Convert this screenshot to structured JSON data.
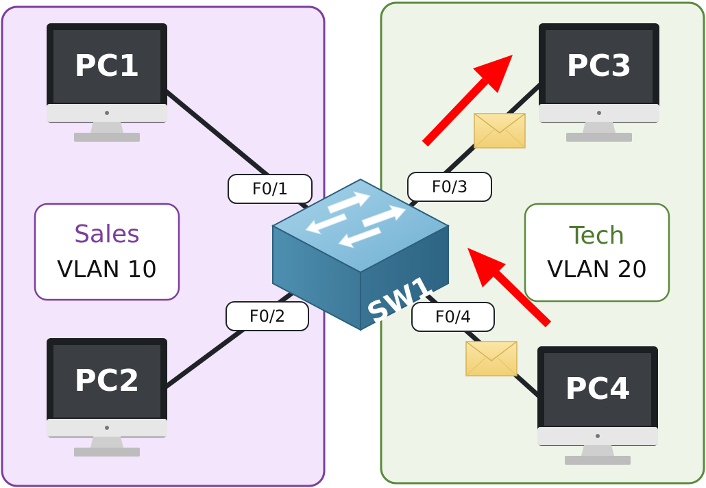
{
  "zones": [
    {
      "id": "sales",
      "name": "Sales",
      "vlan": "VLAN 10",
      "border_color": "#7b3f9e",
      "fill_color": "#f3e5fb",
      "name_color": "#7b3f9e"
    },
    {
      "id": "tech",
      "name": "Tech",
      "vlan": "VLAN 20",
      "border_color": "#5a8a3c",
      "fill_color": "#eef5e8",
      "name_color": "#4d7a2e"
    }
  ],
  "switch": {
    "label": "SW1",
    "icon": "switch-icon"
  },
  "pcs": [
    {
      "id": "pc1",
      "label": "PC1",
      "icon": "monitor-icon"
    },
    {
      "id": "pc2",
      "label": "PC2",
      "icon": "monitor-icon"
    },
    {
      "id": "pc3",
      "label": "PC3",
      "icon": "monitor-icon"
    },
    {
      "id": "pc4",
      "label": "PC4",
      "icon": "monitor-icon"
    }
  ],
  "ports": [
    {
      "id": "f01",
      "label": "F0/1"
    },
    {
      "id": "f02",
      "label": "F0/2"
    },
    {
      "id": "f03",
      "label": "F0/3"
    },
    {
      "id": "f04",
      "label": "F0/4"
    }
  ],
  "frames": [
    {
      "id": "frame-pc4",
      "icon": "envelope-icon"
    },
    {
      "id": "frame-pc3",
      "icon": "envelope-icon"
    }
  ],
  "arrows": [
    {
      "id": "arrow-to-switch",
      "icon": "red-arrow-icon",
      "color": "#ff0000"
    },
    {
      "id": "arrow-to-pc3",
      "icon": "red-arrow-icon",
      "color": "#ff0000"
    }
  ],
  "colors": {
    "cable": "#1f2328",
    "monitor_frame": "#1c1f22",
    "monitor_screen": "#3b3f44",
    "switch_top": "#8ec3dd",
    "switch_side": "#3f7f9f",
    "envelope": "#f5d98a"
  }
}
